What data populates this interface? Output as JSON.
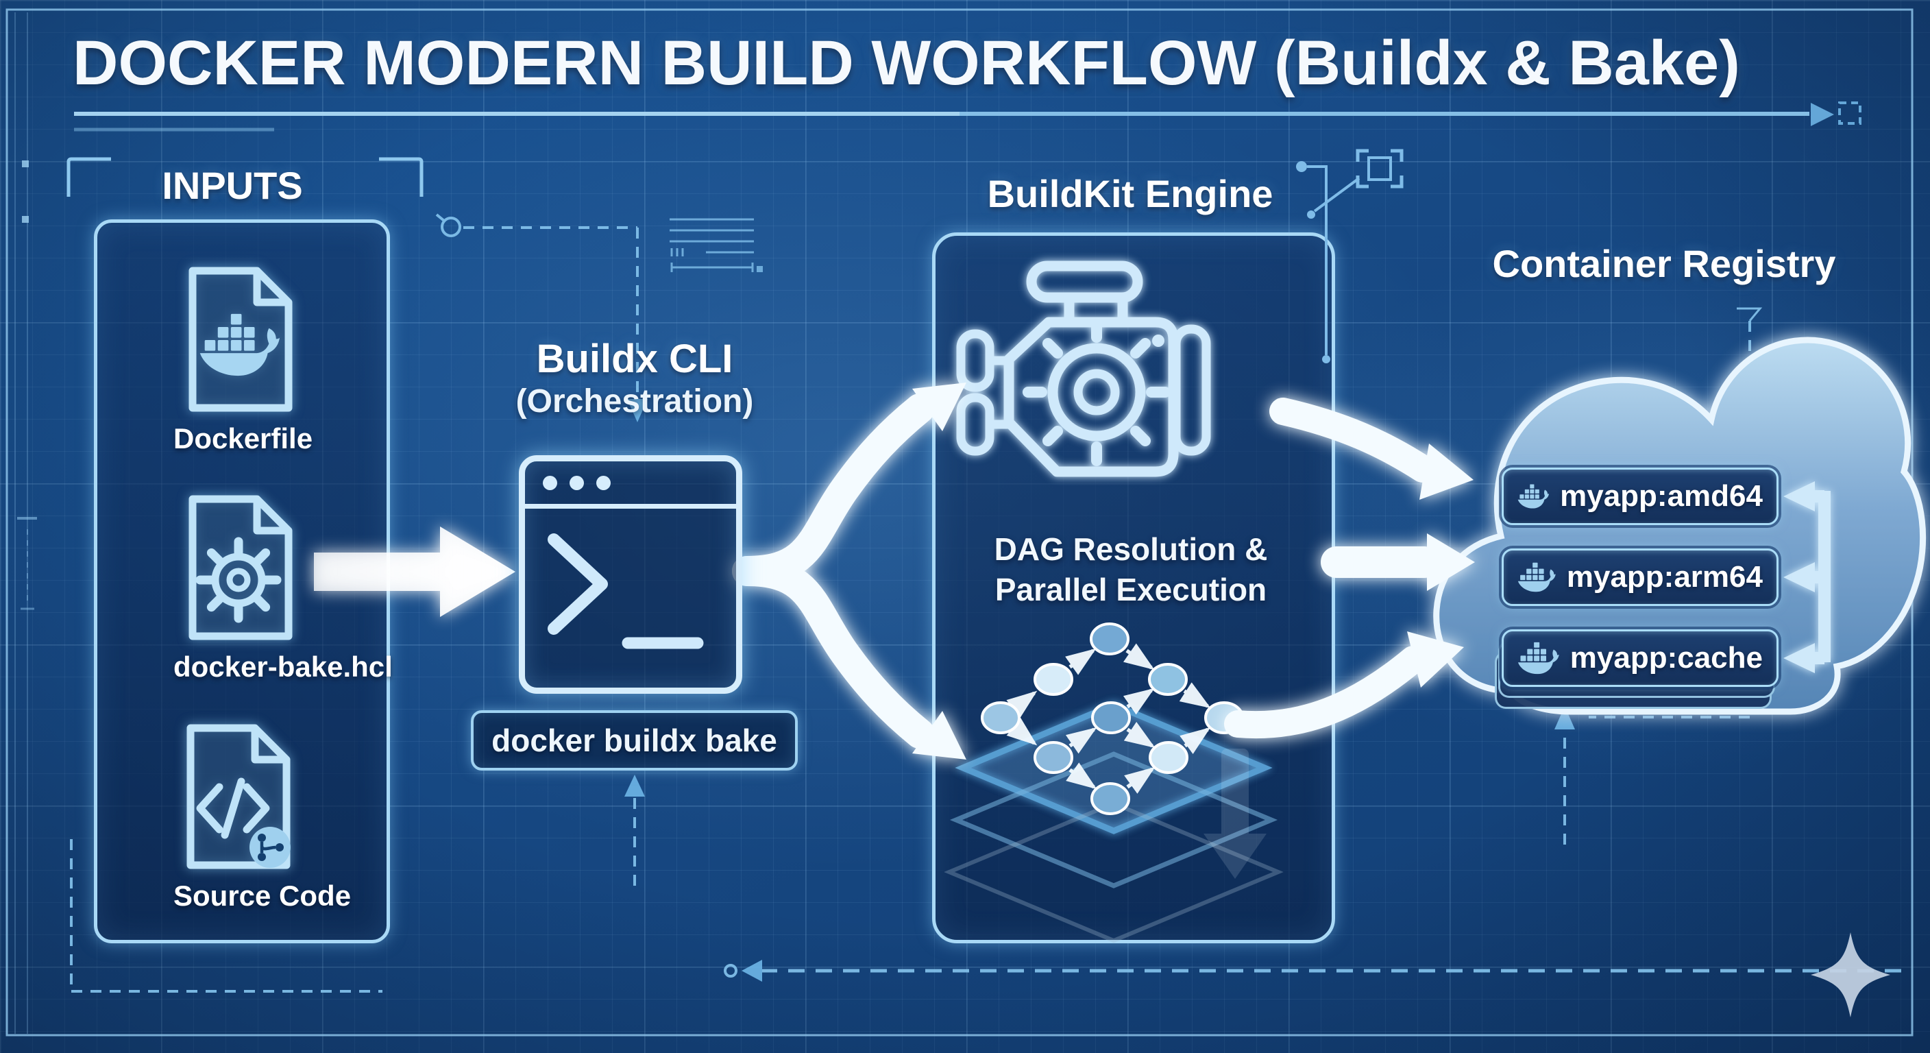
{
  "title": "DOCKER MODERN BUILD WORKFLOW (Buildx & Bake)",
  "style": {
    "background": "#17498a",
    "grid_line": "#96c8f0",
    "panel_border": "#a9d9f6",
    "icon_stroke": "#bfe3f8",
    "arrow_white": "#f4fbff",
    "dashed_line": "#86c6ef",
    "text_color": "#ffffff",
    "tag_background": "#16335f",
    "cloud_fill": "#7fa9d2",
    "sparkle": "#c4d3e4"
  },
  "inputs": {
    "label": "INPUTS",
    "items": [
      {
        "label": "Dockerfile",
        "icon": "dockerfile-whale-file-icon"
      },
      {
        "label": "docker-bake.hcl",
        "icon": "gear-file-icon"
      },
      {
        "label": "Source Code",
        "icon": "code-file-git-icon"
      }
    ]
  },
  "buildx": {
    "title": "Buildx CLI",
    "subtitle": "(Orchestration)",
    "icon": "terminal-window-icon",
    "command": "docker buildx bake"
  },
  "buildkit": {
    "title": "BuildKit Engine",
    "icon": "engine-gear-icon",
    "caption": "DAG Resolution & Parallel Execution",
    "diagram_icons": [
      "dag-graph-icon",
      "layer-stack-icon"
    ]
  },
  "registry": {
    "title": "Container Registry",
    "icon": "cloud-icon",
    "tags": [
      {
        "label": "myapp:amd64",
        "icon": "docker-whale-icon"
      },
      {
        "label": "myapp:arm64",
        "icon": "docker-whale-icon"
      },
      {
        "label": "myapp:cache",
        "icon": "docker-whale-icon"
      }
    ]
  }
}
